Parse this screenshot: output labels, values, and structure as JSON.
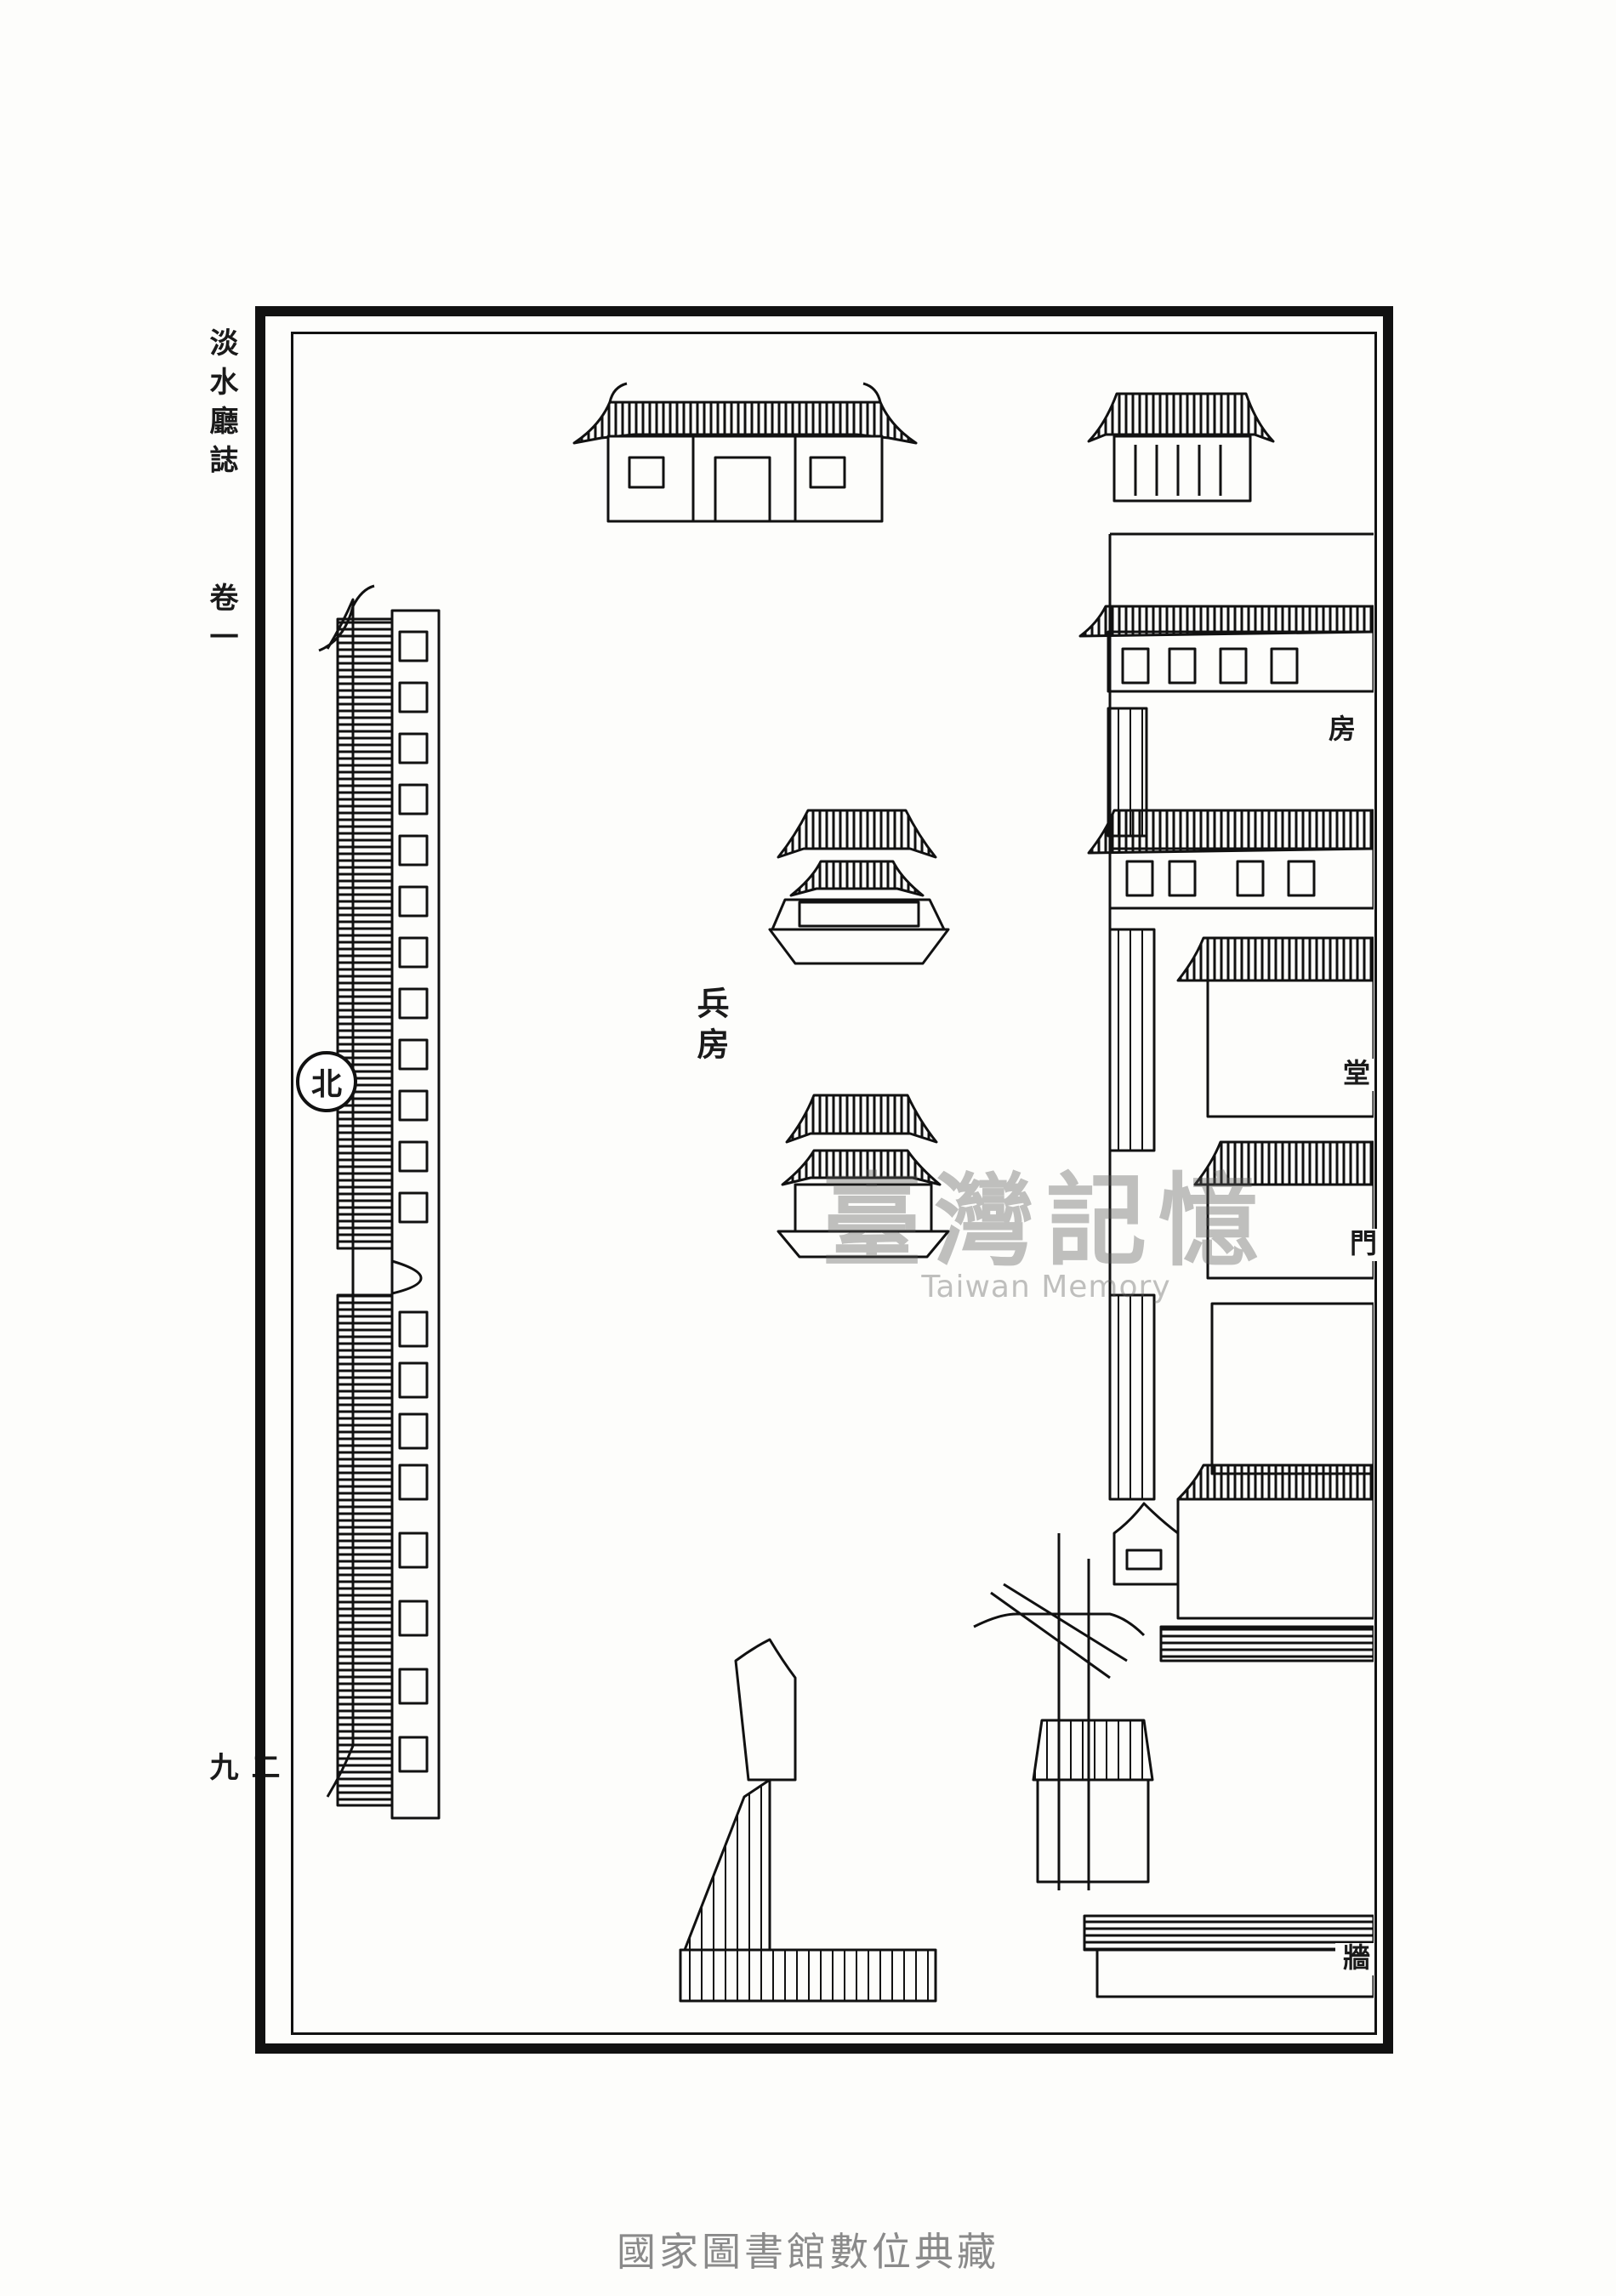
{
  "margin": {
    "book_title": "淡水廳誌",
    "volume": "卷一",
    "page_number": "二九"
  },
  "seal_text": "北",
  "labels": {
    "soldier_quarters": "兵房",
    "room": "房",
    "hall": "堂",
    "gate": "門",
    "wall": "牆"
  },
  "watermark": {
    "cjk": "臺灣記憶",
    "en": "Taiwan Memory"
  },
  "footer": "國家圖書館數位典藏"
}
